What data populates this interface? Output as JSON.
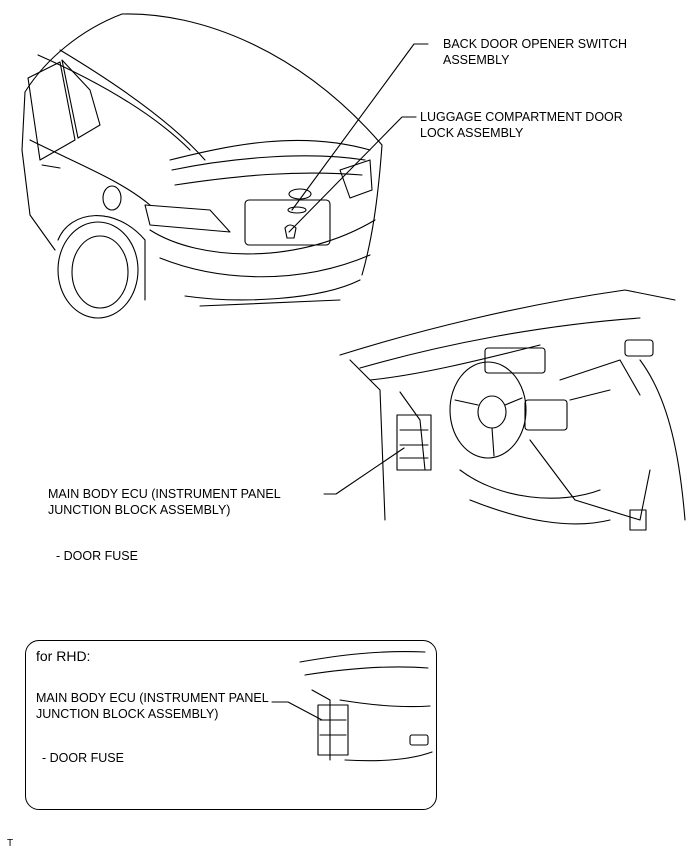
{
  "callouts": {
    "back_door_switch": [
      "BACK DOOR OPENER SWITCH",
      "ASSEMBLY"
    ],
    "luggage_lock": [
      "LUGGAGE COMPARTMENT DOOR",
      "LOCK ASSEMBLY"
    ],
    "main_body_ecu": [
      "MAIN BODY ECU (INSTRUMENT PANEL",
      "JUNCTION BLOCK ASSEMBLY)"
    ],
    "door_fuse": "- DOOR FUSE"
  },
  "rhd_box": {
    "title": "for RHD:",
    "main_body_ecu": [
      "MAIN BODY ECU (INSTRUMENT PANEL",
      "JUNCTION BLOCK ASSEMBLY)"
    ],
    "door_fuse": "- DOOR FUSE"
  },
  "figure_code": "T"
}
